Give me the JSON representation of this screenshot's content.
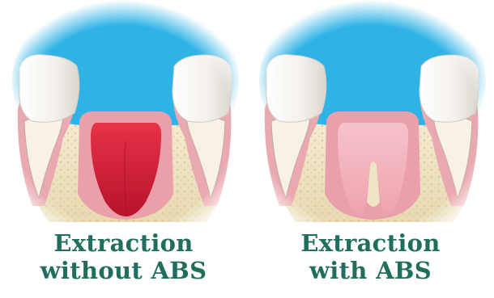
{
  "panels": [
    {
      "id": "without-abs",
      "caption_line1": "Extraction",
      "caption_line2": "without ABS",
      "socket_fill": "#d8203b"
    },
    {
      "id": "with-abs",
      "caption_line1": "Extraction",
      "caption_line2": "with ABS",
      "socket_fill": "#f2b3bd"
    }
  ],
  "colors": {
    "sky": "#2fb3e6",
    "caption_text": "#1f6e5e",
    "gum": "#e8a7ad",
    "bone": "#efe4c6",
    "tooth": "#f6f3ee"
  }
}
